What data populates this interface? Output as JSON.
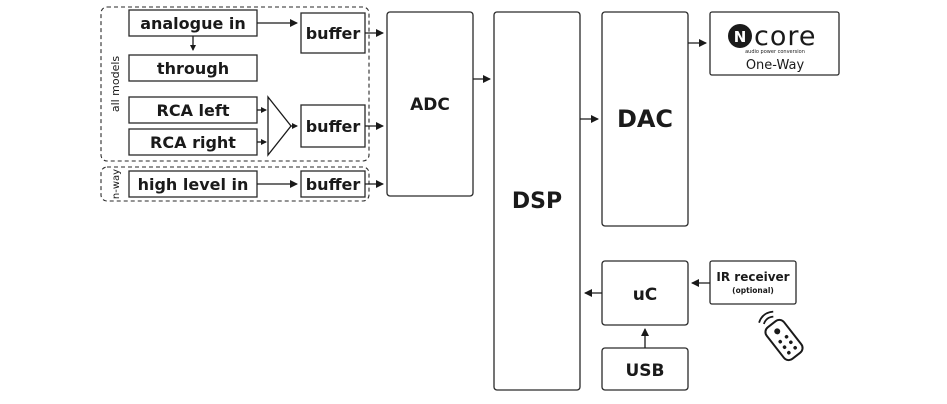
{
  "blocks": {
    "analogue_in": "analogue in",
    "through": "through",
    "rca_left": "RCA left",
    "rca_right": "RCA right",
    "high_level_in": "high level in",
    "buffer": "buffer",
    "adc": "ADC",
    "dsp": "DSP",
    "dac": "DAC",
    "uc": "uC",
    "usb": "USB",
    "ir_receiver": "IR receiver",
    "ir_optional": "(optional)"
  },
  "groups": {
    "all_models": "all models",
    "n_way": "n-way"
  },
  "ncore": {
    "logo_letter": "N",
    "logo_word": "core",
    "tagline": "audio power conversion",
    "model": "One-Way"
  },
  "icons": {
    "remote": "remote-control-icon"
  }
}
